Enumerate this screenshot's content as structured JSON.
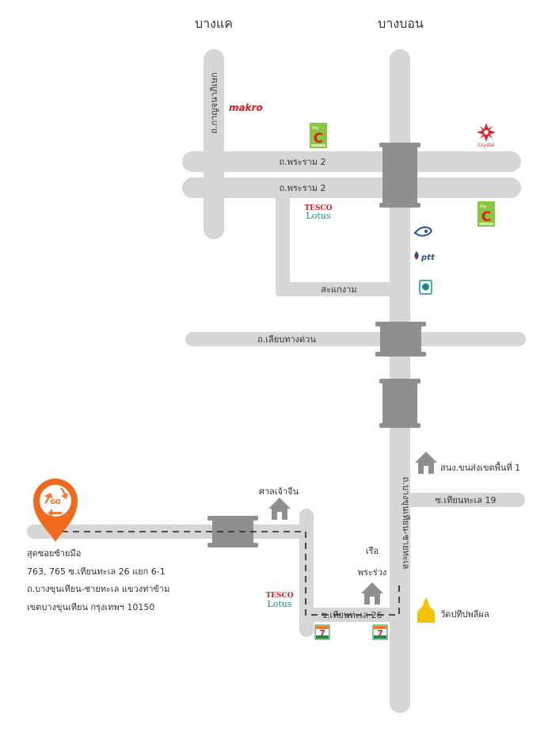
{
  "map": {
    "area_labels": {
      "bang_khae": "บางแค",
      "bang_bon": "บางบอน"
    },
    "roads": {
      "kanchanaphisek": "ถ.กาญจนาภิเษก",
      "rama2_upper": "ถ.พระราม 2",
      "rama2_lower": "ถ.พระราม 2",
      "sakae_ngam": "สะแกงาม",
      "liap_thang_duan": "ถ.เลียบทางด่วน",
      "bang_khun_thian": "ถ.บางขุนเทียน-ชายทะเล",
      "soi_thian_thale_19": "ซ.เทียนทะเล 19",
      "soi_thian_thale_26": "ซ.เทียนทะเล 26"
    },
    "landmarks": {
      "shrine": "ศาลเจ้าจีน",
      "boat_line1": "เรือ",
      "boat_line2": "พระร่วง",
      "district_office": "สนง.ขนส่งเขตพื้นที่ 1",
      "temple": "วัดปทีปพลีผล"
    },
    "brands": {
      "makro": "makro",
      "crystal": "Crystal",
      "tesco": "TESCO",
      "lotus": "Lotus",
      "ptt": "ptt",
      "big": "Big",
      "bigc_letter": "C",
      "seven": "7",
      "pin_text": "GO"
    },
    "colors": {
      "road": "#d6d6d6",
      "bridge": "#8f8f8f",
      "pin": "#f06a1d",
      "makro": "#e31b23",
      "bigc_green": "#8cc63f",
      "bigc_red": "#e31b23",
      "tesco_red": "#e31b23",
      "lotus_teal": "#1a8c8c",
      "ptt_blue": "#1e50a0",
      "temple": "#f5c400",
      "house": "#8f8f8f"
    },
    "address": {
      "name": "สุดซอยซ้ายมือ",
      "line1": "763, 765 ซ.เทียนทะเล 26 แยก 6-1",
      "line2": "ถ.บางขุนเทียน-ชายทะเล แขวงท่าข้าม",
      "line3": "เขตบางขุนเทียน กรุงเทพฯ 10150"
    }
  }
}
